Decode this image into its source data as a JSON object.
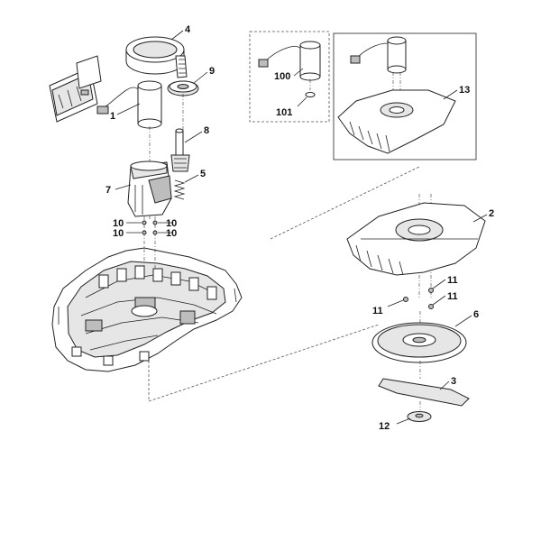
{
  "callouts": {
    "c1": "1",
    "c2": "2",
    "c3": "3",
    "c4": "4",
    "c5": "5",
    "c6": "6",
    "c7": "7",
    "c8": "8",
    "c9": "9",
    "c10a": "10",
    "c10b": "10",
    "c10c": "10",
    "c10d": "10",
    "c11a": "11",
    "c11b": "11",
    "c11c": "11",
    "c12": "12",
    "c13": "13",
    "c100": "100",
    "c101": "101"
  }
}
